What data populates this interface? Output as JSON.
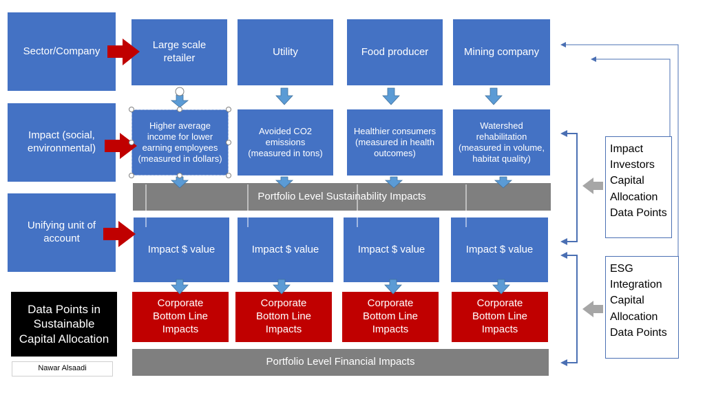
{
  "rows": {
    "sector": "Sector/Company",
    "impact": "Impact (social, environmental)",
    "unit": "Unifying unit of account"
  },
  "companies": [
    "Large scale retailer",
    "Utility",
    "Food producer",
    "Mining company"
  ],
  "impacts": [
    "Higher average income for lower earning employees (measured in dollars)",
    "Avoided CO2 emissions (measured in tons)",
    "Healthier consumers (measured in health outcomes)",
    "Watershed rehabilitation (measured in volume, habitat quality)"
  ],
  "impact_value_label": "Impact $ value",
  "corporate_label": "Corporate Bottom Line Impacts",
  "portfolio_sustainability": "Portfolio Level Sustainability Impacts",
  "portfolio_financial": "Portfolio Level Financial Impacts",
  "title_box": "Data Points in Sustainable Capital Allocation",
  "author": "Nawar Alsaadi",
  "side_panels": {
    "impact_investors": "Impact Investors Capital Allocation Data Points",
    "esg_integration": "ESG Integration Capital Allocation Data Points"
  },
  "colors": {
    "blue": "#4472c4",
    "red": "#c00000",
    "gray": "#7f7f7f",
    "arrow_light": "#5b9bd5"
  }
}
